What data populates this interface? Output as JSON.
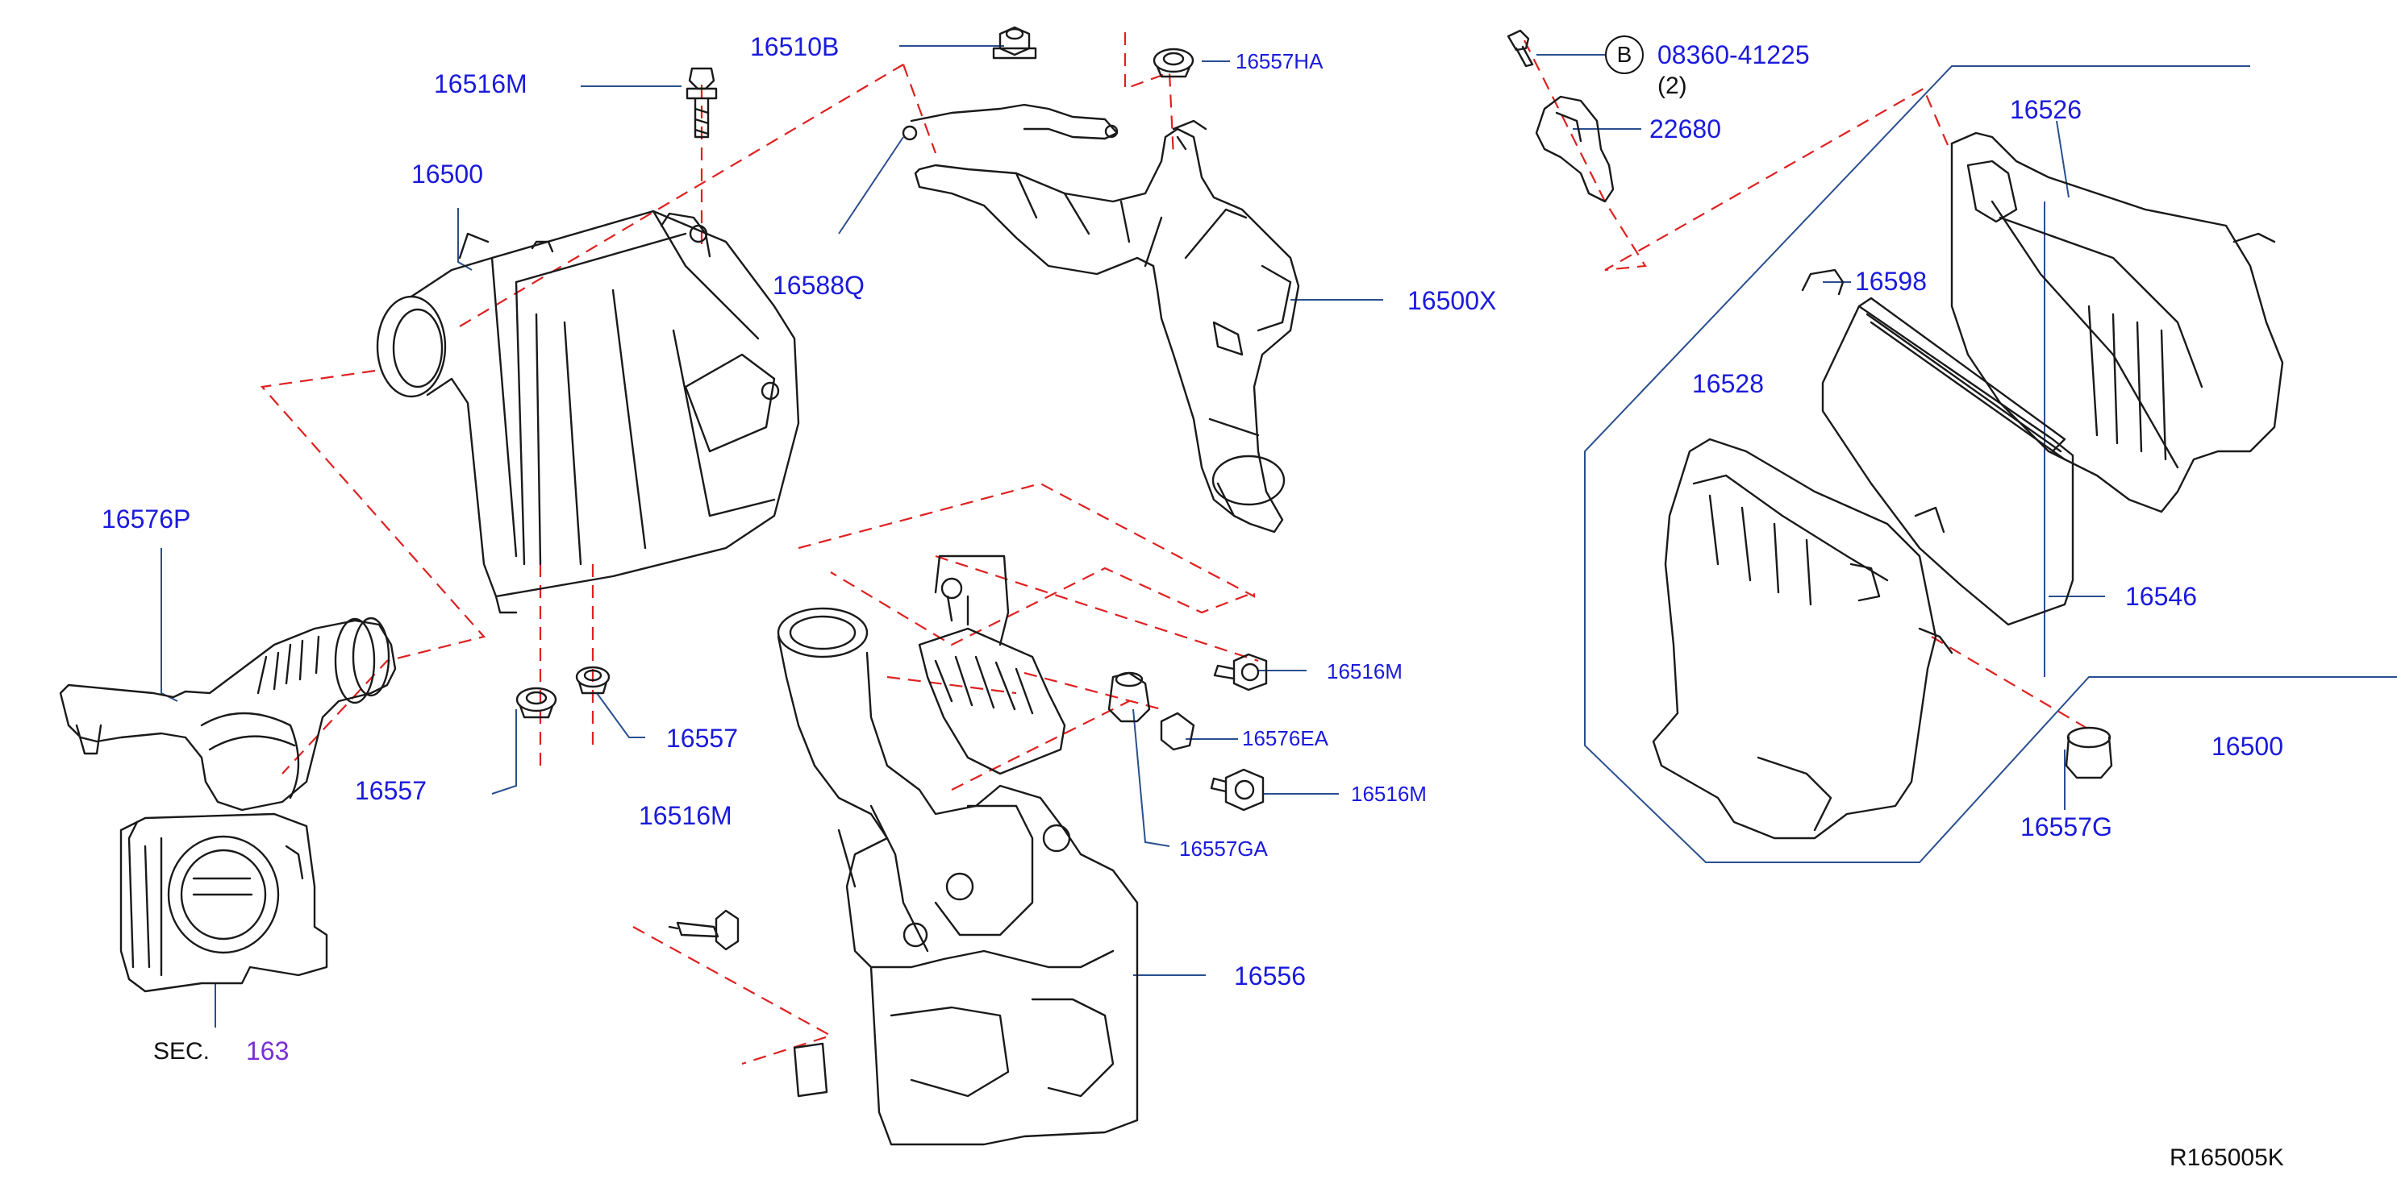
{
  "labels": {
    "p16516M_top": "16516M",
    "p16510B": "16510B",
    "p16557HA": "16557HA",
    "p16500": "16500",
    "p16588Q": "16588Q",
    "p16500X": "16500X",
    "p16576P": "16576P",
    "p16557_right": "16557",
    "p16557_left": "16557",
    "p16516M_mid": "16516M",
    "p16576EA": "16576EA",
    "p16516M_lower": "16516M",
    "p16557GA": "16557GA",
    "p16516M_bolt": "16516M",
    "p16556": "16556",
    "p08360": "08360-41225",
    "qty": "(2)",
    "p22680": "22680",
    "p16526": "16526",
    "p16598": "16598",
    "p16528": "16528",
    "p16546": "16546",
    "p16500_assy": "16500",
    "p16557G": "16557G"
  },
  "bolt_marker": "B",
  "section_ref": {
    "prefix": "SEC.",
    "number": "163"
  },
  "drawing_code": "R165005K",
  "colors": {
    "label": "#1a1adc",
    "dash": "#e02020",
    "leader": "#2a4f8f",
    "line": "#1a1a1a",
    "section": "#7a2fd6"
  },
  "icons": [
    "bolt-icon",
    "nut-icon",
    "grommet-icon",
    "clip-icon",
    "sensor-icon"
  ]
}
